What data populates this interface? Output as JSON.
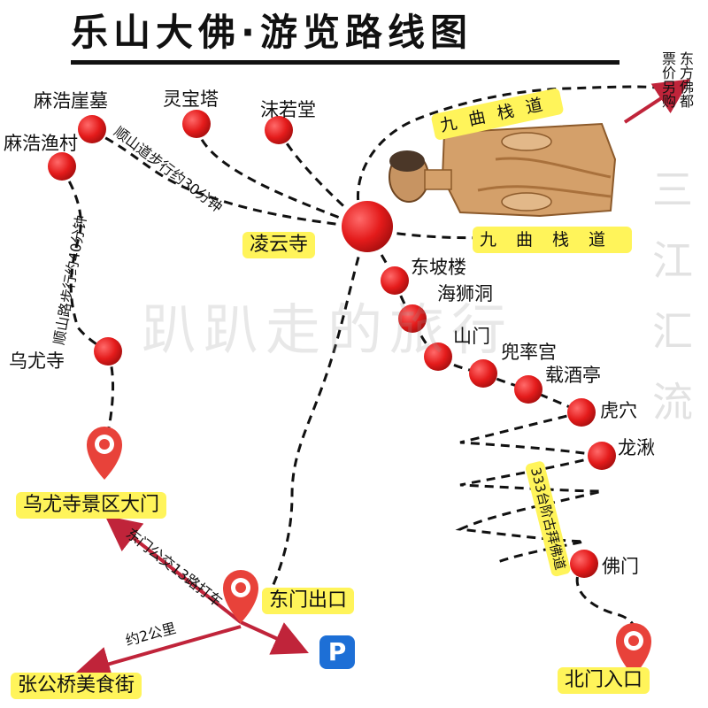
{
  "title": "乐山大佛·游览路线图",
  "watermark": "趴趴走的旅行",
  "river_watermark": "三江汇流",
  "places": {
    "mahao_tomb": "麻浩崖墓",
    "mahao_village": "麻浩渔村",
    "lingbao_pagoda": "灵宝塔",
    "moruo_hall": "沫若堂",
    "lingyun_temple": "凌云寺",
    "wuyou_temple": "乌尤寺",
    "wuyou_gate": "乌尤寺景区大门",
    "dongpo_tower": "东坡楼",
    "haishi_cave": "海狮洞",
    "shanmen": "山门",
    "doushuai_palace": "兜率宫",
    "zaijiu_pavilion": "载酒亭",
    "tiger_cave": "虎穴",
    "longqiu": "龙湫",
    "fomen": "佛门",
    "north_gate": "北门入口",
    "east_exit": "东门出口",
    "zhanggongqiao": "张公桥美食街",
    "jiuqu_upper": "九曲栈道",
    "jiuqu_lower": "九曲栈道"
  },
  "route_notes": {
    "mountain_30": "顺山道步行约30分钟",
    "mountain_40": "顺山路步行约40分钟",
    "bus13": "东门公交13路打车",
    "distance": "约2公里",
    "stairs333": "333台阶古拜佛道"
  },
  "corner_notes": {
    "east_buddha": "东方佛都",
    "ticket": "票价另购"
  },
  "parking_label": "P",
  "icons": [
    "location-pin-icon",
    "parking-icon",
    "giant-buddha-icon",
    "arrow-icon"
  ],
  "colors": {
    "marker": "#e41b1b",
    "highlight": "#fff45a",
    "arrow": "#c0243a",
    "parking": "#1d6fd6"
  }
}
